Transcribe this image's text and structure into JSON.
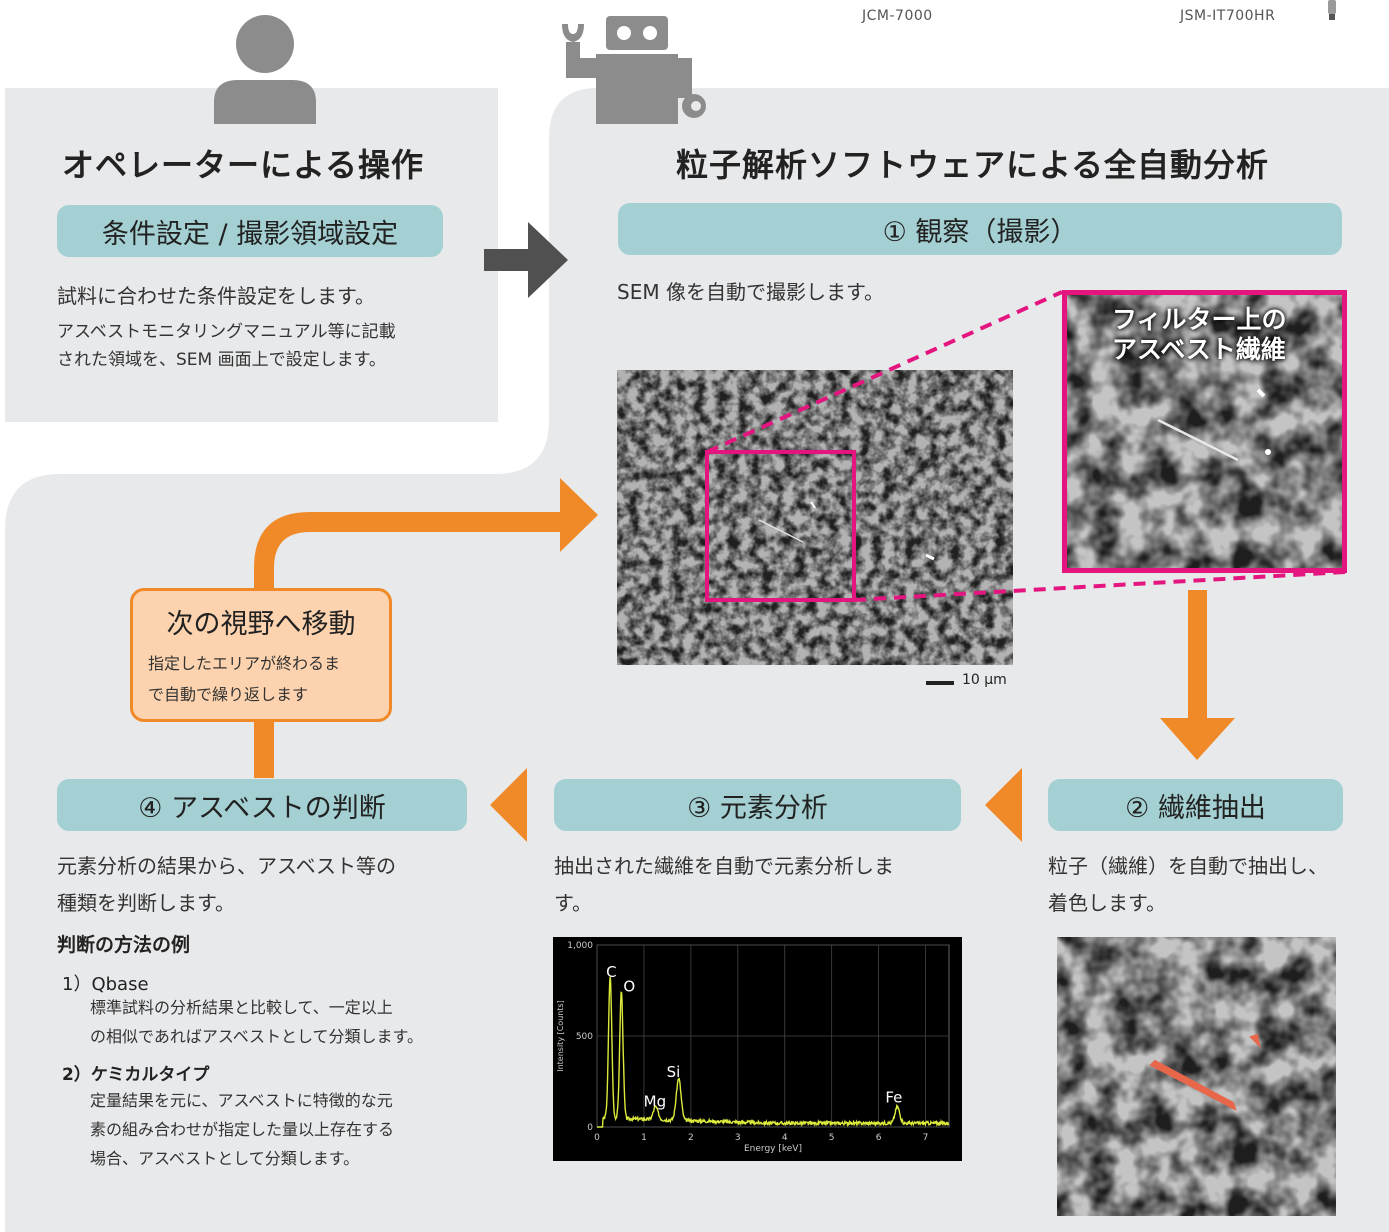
{
  "models": [
    "JCM-7000",
    "JSM-IT700HR"
  ],
  "operator": {
    "title": "オペレーターによる操作",
    "tab": "条件設定 / 撮影領域設定",
    "text1": "試料に合わせた条件設定をします。",
    "text2_line1": "アスベストモニタリングマニュアル等に記載",
    "text2_line2": "された領域を、SEM 画面上で設定します。"
  },
  "auto": {
    "title": "粒子解析ソフトウェアによる全自動分析"
  },
  "step1": {
    "tab": "① 観察（撮影）",
    "text": "SEM 像を自動で撮影します。",
    "zoom_label_line1": "フィルター上の",
    "zoom_label_line2": "アスベスト繊維",
    "scale": "10 μm"
  },
  "step2": {
    "tab": "② 繊維抽出",
    "text_line1": "粒子（繊維）を自動で抽出し、",
    "text_line2": "着色します。"
  },
  "step3": {
    "tab": "③ 元素分析",
    "text_line1": "抽出された繊維を自動で元素分析しま",
    "text_line2": "す。"
  },
  "step4": {
    "tab": "④ アスベストの判断",
    "text_line1": "元素分析の結果から、アスベスト等の",
    "text_line2": "種類を判断します。",
    "methods_heading": "判断の方法の例",
    "method1_title": "1）Qbase",
    "method1_line1": "標準試料の分析結果と比較して、一定以上",
    "method1_line2": "の相似であればアスベストとして分類します。",
    "method2_title": "2）ケミカルタイプ",
    "method2_line1": "定量結果を元に、アスベストに特徴的な元",
    "method2_line2": "素の組み合わせが指定した量以上存在する",
    "method2_line3": "場合、アスベストとして分類します。"
  },
  "next": {
    "title": "次の視野へ移動",
    "line1": "指定したエリアが終わるま",
    "line2": "で自動で繰り返します"
  },
  "colors": {
    "panel": "#e8e9eb",
    "tab": "#a4d0d3",
    "orange": "#f08a28",
    "magenta": "#e4157f",
    "icon": "#8c8c8c",
    "spectrum": "#dcea3c"
  },
  "chart_data": {
    "type": "line",
    "xlabel": "Energy [keV]",
    "ylabel": "Intensity [Counts]",
    "xlim": [
      0,
      7.5
    ],
    "ylim": [
      0,
      1000
    ],
    "x_ticks": [
      "0",
      "1",
      "2",
      "3",
      "4",
      "5",
      "6",
      "7"
    ],
    "y_ticks": [
      "0",
      "500",
      "1,000"
    ],
    "peaks": [
      {
        "label": "C",
        "x": 0.28,
        "y": 780
      },
      {
        "label": "O",
        "x": 0.52,
        "y": 700
      },
      {
        "label": "Mg",
        "x": 1.25,
        "y": 70
      },
      {
        "label": "Si",
        "x": 1.74,
        "y": 230
      },
      {
        "label": "Fe",
        "x": 6.4,
        "y": 90
      }
    ],
    "grid": true,
    "legend": "none"
  }
}
